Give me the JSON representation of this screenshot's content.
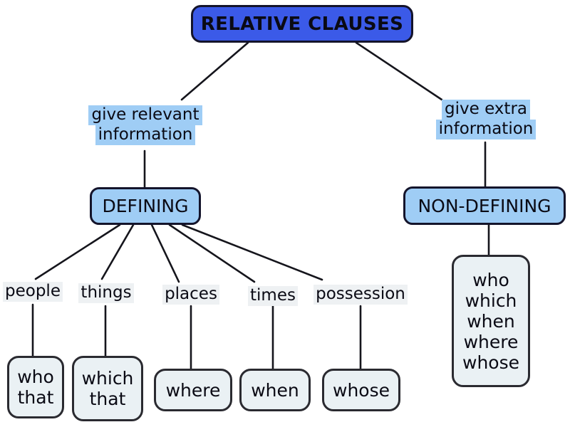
{
  "diagram": {
    "title": "RELATIVE CLAUSES",
    "colors": {
      "root_fill": "#3b5ae8",
      "root_border": "#14142b",
      "branch_fill": "#9fcdf5",
      "leaf_fill": "#eaf1f4",
      "leaf_border": "#2a2a30",
      "highlight_blue": "#9fcdf5",
      "highlight_grey": "#eef1f3",
      "edge": "#15151c",
      "background": "#ffffff"
    },
    "branches": {
      "left": {
        "descriptor_line1": "give relevant",
        "descriptor_line2": "information",
        "type_label": "DEFINING",
        "categories": [
          {
            "label": "people",
            "words_line1": "who",
            "words_line2": "that"
          },
          {
            "label": "things",
            "words_line1": "which",
            "words_line2": "that"
          },
          {
            "label": "places",
            "words_line1": "where",
            "words_line2": ""
          },
          {
            "label": "times",
            "words_line1": "when",
            "words_line2": ""
          },
          {
            "label": "possession",
            "words_line1": "whose",
            "words_line2": ""
          }
        ]
      },
      "right": {
        "descriptor_line1": "give extra",
        "descriptor_line2": "information",
        "type_label": "NON-DEFINING",
        "words": [
          "who",
          "which",
          "when",
          "where",
          "whose"
        ]
      }
    }
  }
}
